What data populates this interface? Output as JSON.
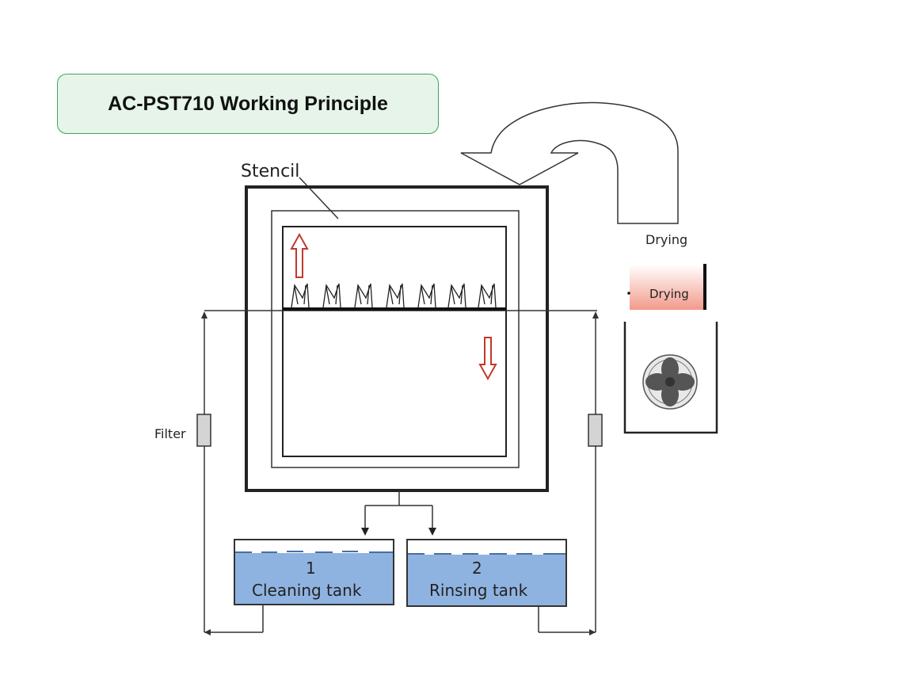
{
  "title": "AC-PST710 Working Principle",
  "labels": {
    "stencil": "Stencil",
    "drying_top": "Drying",
    "drying_unit": "Drying",
    "filter": "Filter",
    "tank1_number": "1",
    "tank1_name": "Cleaning tank",
    "tank2_number": "2",
    "tank2_name": "Rinsing tank"
  },
  "colors": {
    "title_bg": "#e6f4ea",
    "title_border": "#3fa35a",
    "arrow_red": "#c0392b",
    "tank_water": "#8fb3e0",
    "drying_gradient": "#f2a090"
  }
}
